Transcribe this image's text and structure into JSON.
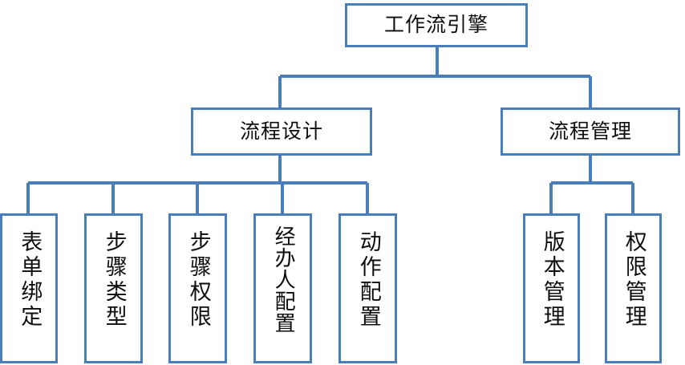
{
  "diagram": {
    "title": "工作流引擎",
    "type": "hierarchy-tree",
    "accent_color": "#4a7ebb",
    "text_color": "#0d0d0d",
    "background_color": "#ffffff",
    "root": {
      "id": "workflow-engine",
      "label": "工作流引擎"
    },
    "branches": [
      {
        "id": "process-design",
        "label": "流程设计",
        "children": [
          {
            "id": "form-binding",
            "label": "表单绑定"
          },
          {
            "id": "step-type",
            "label": "步骤类型"
          },
          {
            "id": "step-permission",
            "label": "步骤权限"
          },
          {
            "id": "handler-config",
            "label": "经办人配置"
          },
          {
            "id": "action-config",
            "label": "动作配置"
          }
        ]
      },
      {
        "id": "process-management",
        "label": "流程管理",
        "children": [
          {
            "id": "version-management",
            "label": "版本管理"
          },
          {
            "id": "permission-management",
            "label": "权限管理"
          }
        ]
      }
    ]
  }
}
